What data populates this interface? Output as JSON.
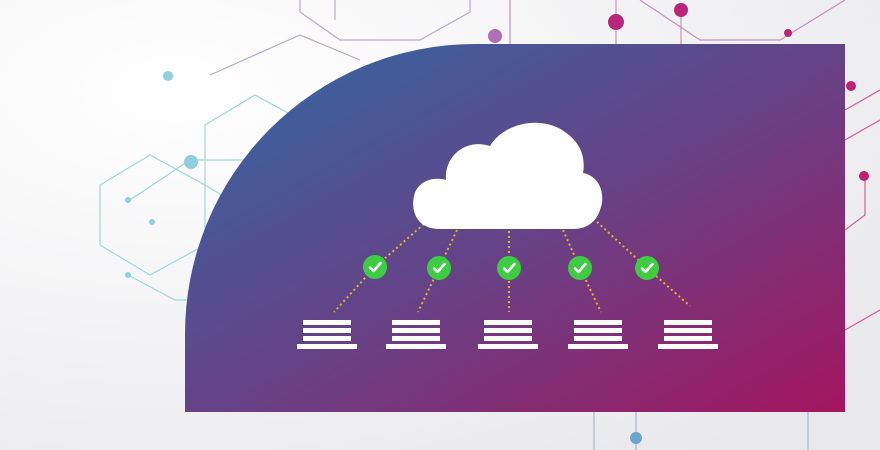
{
  "colors": {
    "background": "#f2f2f4",
    "panel_gradient_start": "#2f6aa5",
    "panel_gradient_mid": "#6a3f84",
    "panel_gradient_end": "#a4165f",
    "circuit_cool": "#8fd0e0",
    "circuit_warm": "#c0407f",
    "cloud": "#ffffff",
    "server": "#ffffff",
    "connector": "#e8b033",
    "check_badge": "#3ecc43",
    "check_mark": "#ffffff"
  },
  "diagram": {
    "central_node": {
      "icon": "cloud-icon"
    },
    "connection_style": "dotted",
    "endpoints": [
      {
        "icon": "server-stack-icon",
        "status_icon": "checkmark-icon",
        "status": "ok"
      },
      {
        "icon": "server-stack-icon",
        "status_icon": "checkmark-icon",
        "status": "ok"
      },
      {
        "icon": "server-stack-icon",
        "status_icon": "checkmark-icon",
        "status": "ok"
      },
      {
        "icon": "server-stack-icon",
        "status_icon": "checkmark-icon",
        "status": "ok"
      },
      {
        "icon": "server-stack-icon",
        "status_icon": "checkmark-icon",
        "status": "ok"
      }
    ]
  }
}
